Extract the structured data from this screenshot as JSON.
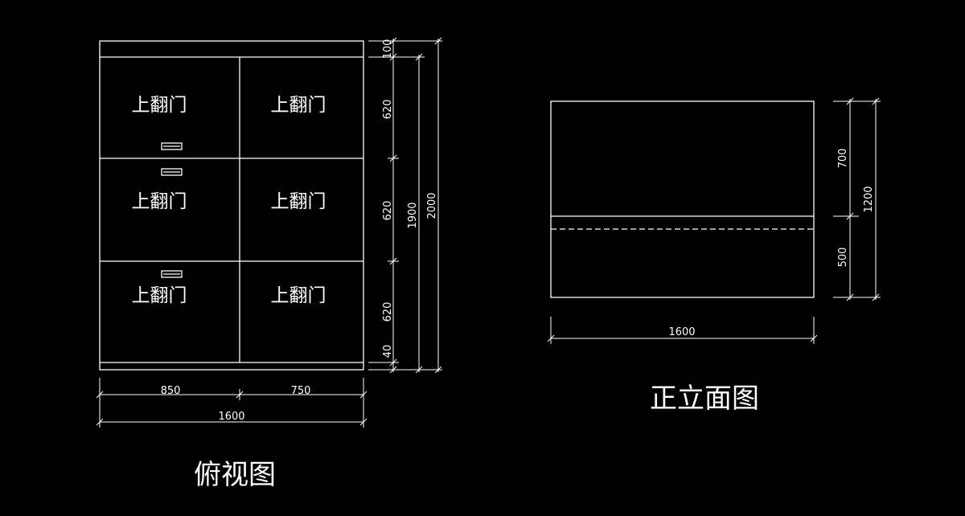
{
  "colors": {
    "background": "#000000",
    "stroke": "#ffffff"
  },
  "top_view": {
    "title": "俯视图",
    "door_label": "上翻门",
    "width_dims": {
      "left": "850",
      "right": "750",
      "total": "1600"
    },
    "height_dims": {
      "top": "100",
      "row1": "620",
      "row2": "620",
      "row3": "620",
      "bottom": "40",
      "inner_total": "1900",
      "total": "2000"
    }
  },
  "front_view": {
    "title": "正立面图",
    "width_dim": "1600",
    "height_dims": {
      "upper": "700",
      "lower": "500",
      "total": "1200"
    }
  }
}
